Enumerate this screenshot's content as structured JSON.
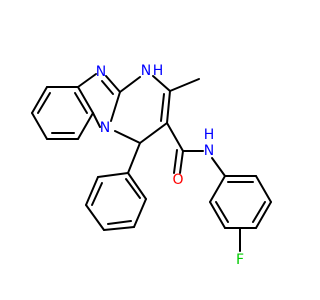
{
  "molecule": {
    "atoms": {
      "n_imine": {
        "symbol": "N",
        "color": "#0000ff"
      },
      "n_h": {
        "symbol": "N",
        "color": "#0000ff"
      },
      "h_on_n": {
        "symbol": "H",
        "color": "#0000ff"
      },
      "n_bridge": {
        "symbol": "N",
        "color": "#0000ff"
      },
      "n_amide": {
        "symbol": "N",
        "color": "#0000ff"
      },
      "h_amide": {
        "symbol": "H",
        "color": "#0000ff"
      },
      "o_carbonyl": {
        "symbol": "O",
        "color": "#ff0000"
      },
      "f_aryl": {
        "symbol": "F",
        "color": "#00cc00"
      }
    },
    "bond_color": "#000000",
    "background": "#ffffff"
  }
}
